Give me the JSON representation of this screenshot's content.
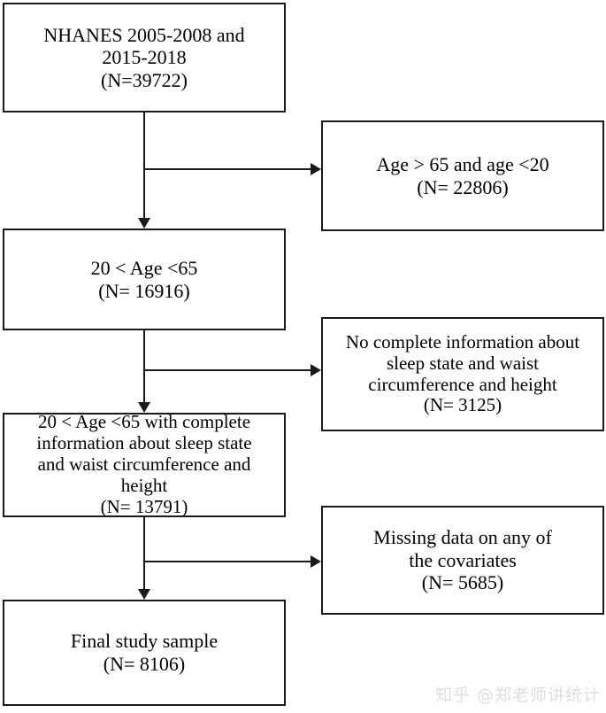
{
  "diagram": {
    "title": "NHANES participant selection flowchart",
    "type": "flowchart",
    "line_color": "#1a1a1a",
    "background_color": "#ffffff"
  },
  "boxes": {
    "source": "NHANES 2005-2008 and\n2015-2018\n(N=39722)",
    "excluded_age": "Age > 65 and age <20\n(N= 22806)",
    "age_kept": "20 < Age <65\n(N= 16916)",
    "excluded_info": "No complete information about\nsleep state and waist\ncircumference and height\n(N= 3125)",
    "complete": "20 < Age <65 with complete\ninformation about sleep state\nand waist circumference and\nheight\n(N= 13791)",
    "excluded_covariates": "Missing data on any of\nthe covariates\n(N= 5685)",
    "final": "Final study sample\n(N= 8106)"
  },
  "counts": {
    "source": 39722,
    "excluded_age": 22806,
    "age_kept": 16916,
    "excluded_info": 3125,
    "complete": 13791,
    "excluded_covariates": 5685,
    "final": 8106
  },
  "watermark": {
    "text": "知乎 @郑老师讲统计",
    "color": "#dedede"
  }
}
